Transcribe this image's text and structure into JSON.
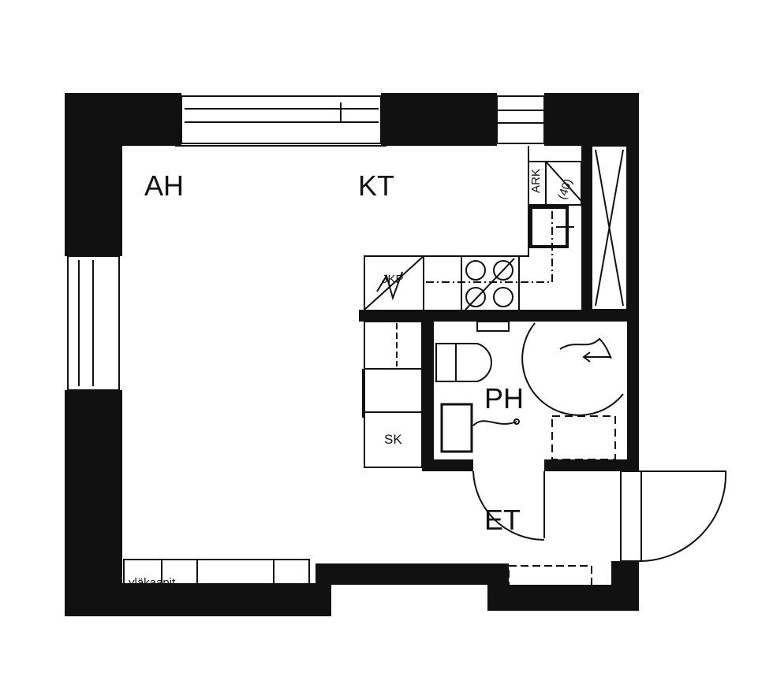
{
  "plan": {
    "rooms": {
      "living": "AH",
      "kitchen": "KT",
      "bathroom": "PH",
      "entry": "ET"
    },
    "fixtures": {
      "cabinet": "SK",
      "upper_cabinets": "yläkaapit",
      "fridge": "JKP",
      "storage": "ARK",
      "storage_note": "(40)"
    },
    "colors": {
      "wall": "#111111",
      "line": "#111111",
      "background": "#ffffff"
    }
  }
}
